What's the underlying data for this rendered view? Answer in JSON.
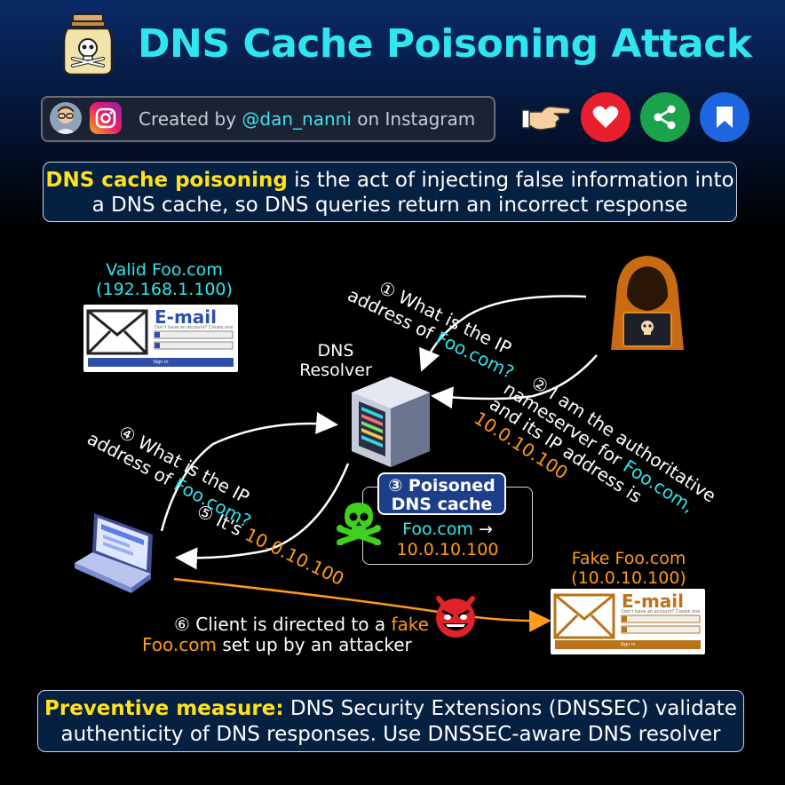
{
  "header": {
    "title": "DNS Cache Poisoning Attack",
    "credit_prefix": "Created by ",
    "credit_handle": "@dan_nanni",
    "credit_suffix": " on Instagram"
  },
  "intro": {
    "highlight": "DNS cache poisoning",
    "text": " is the act of injecting false information into a DNS cache, so DNS queries return an incorrect response"
  },
  "valid_site": {
    "line1": "Valid Foo.com",
    "line2": "(192.168.1.100)"
  },
  "fake_site": {
    "line1": "Fake Foo.com",
    "line2": "(10.0.10.100)"
  },
  "email_card": {
    "title": "E-mail",
    "subtitle": "Don't have an account? Create one",
    "button": "Sign in"
  },
  "resolver": {
    "line1": "DNS",
    "line2": "Resolver"
  },
  "steps": {
    "s1_a": "① What is the IP",
    "s1_b": "address of ",
    "s1_domain": "Foo.com?",
    "s2_a": "② I am the authoritative",
    "s2_b": "nameserver for ",
    "s2_domain": "Foo.com,",
    "s2_c": "and its IP address is",
    "s2_ip": "10.0.10.100",
    "s4_a": "④ What is the IP",
    "s4_b": "address of ",
    "s4_domain": "Foo.com?",
    "s5_a": "⑤ It's ",
    "s5_ip": "10.0.10.100",
    "s6_a": "⑥ Client is directed to a ",
    "s6_fake": "fake",
    "s6_domain": "Foo.com",
    "s6_b": " set up by an attacker"
  },
  "poisoned_cache": {
    "title_line1": "③ Poisoned",
    "title_line2": "DNS cache",
    "entry_domain": "Foo.com",
    "arrow": " →",
    "entry_ip": "10.0.10.100"
  },
  "footer": {
    "highlight": "Preventive measure:",
    "text": " DNS Security Extensions (DNSSEC) validate authenticity of DNS responses.  Use DNSSEC-aware DNS resolver"
  },
  "colors": {
    "title_cyan": "#2fe6f0",
    "highlight_yellow": "#ffe21a",
    "fake_orange": "#ff9a1a",
    "box_navy": "#062042"
  }
}
